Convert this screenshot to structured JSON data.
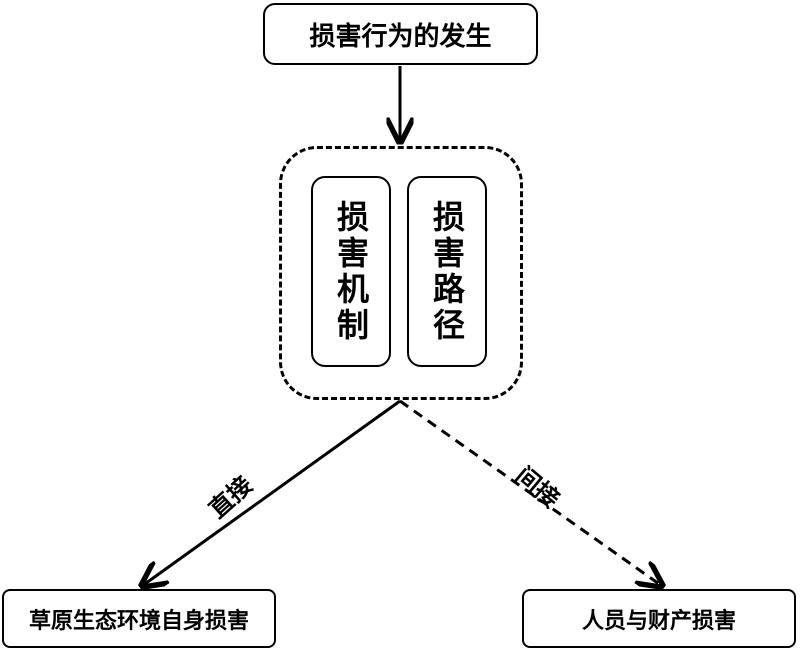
{
  "nodes": {
    "top": "损害行为的发生",
    "mechanism": "损害机制",
    "pathway": "损害路径",
    "bottom_left": "草原生态环境自身损害",
    "bottom_right": "人员与财产损害"
  },
  "edges": {
    "direct_label": "直接",
    "indirect_label": "间接"
  }
}
